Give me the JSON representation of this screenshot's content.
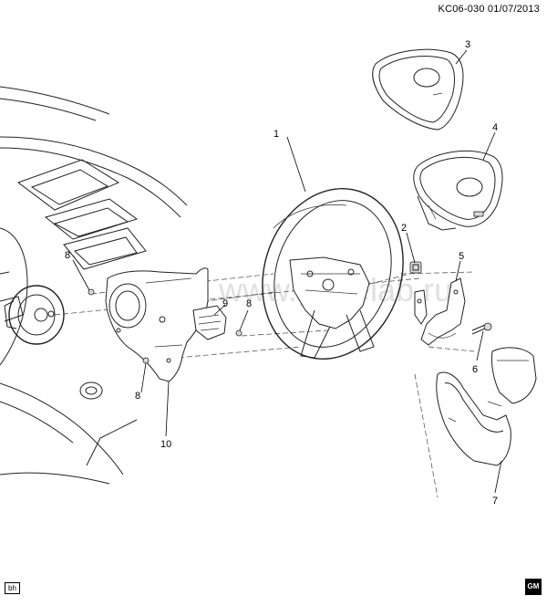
{
  "header": {
    "code": "KC06-030  01/07/2013"
  },
  "watermark": "www.gmtelab.ru",
  "corner_tag": "bh",
  "brand_badge": "GM",
  "callouts": [
    "1",
    "2",
    "3",
    "4",
    "5",
    "6",
    "7",
    "8",
    "8",
    "8",
    "9",
    "10"
  ]
}
